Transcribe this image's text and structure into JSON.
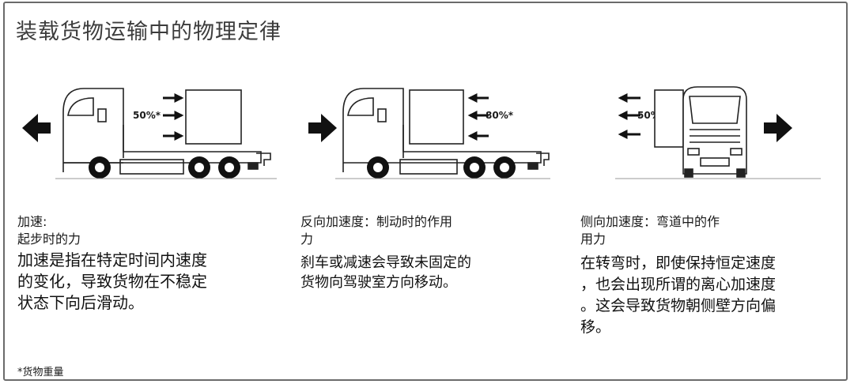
{
  "title": "装载货物运输中的物理定律",
  "panels": [
    {
      "percent_label": "50%*",
      "heading_lines": [
        "加速:",
        "起步时的力"
      ],
      "body_lines": [
        "加速是指在特定时间内速度",
        "的变化，导致货物在不稳定",
        "状态下向后滑动。"
      ],
      "icons": [
        "arrow-left-icon",
        "truck-side-icon",
        "cargo-box-icon",
        "force-arrows-right-icon"
      ]
    },
    {
      "percent_label": "80%*",
      "heading_lines": [
        "反向加速度：制动时的作用",
        "力"
      ],
      "body_lines": [
        "刹车或减速会导致未固定的",
        "货物向驾驶室方向移动。"
      ],
      "icons": [
        "arrow-right-icon",
        "truck-side-icon",
        "cargo-box-icon",
        "force-arrows-left-icon"
      ]
    },
    {
      "percent_label": "50%*",
      "heading_lines": [
        "侧向加速度：弯道中的作",
        "用力"
      ],
      "body_lines": [
        "在转弯时，即使保持恒定速度",
        "，也会出现所谓的离心加速度",
        "。这会导致货物朝侧壁方向偏",
        "移。"
      ],
      "icons": [
        "truck-front-icon",
        "cargo-box-icon",
        "force-arrows-left-icon",
        "arrow-right-icon"
      ]
    }
  ],
  "footnote": "*货物重量"
}
